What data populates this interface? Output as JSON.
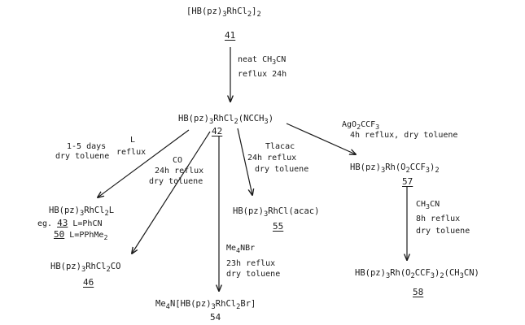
{
  "compounds": {
    "c41": {
      "pre": "[HB(pz)",
      "s1": "3",
      "mid": "RhCl",
      "s2": "2",
      "post": "]",
      "s3": "2",
      "number": "41"
    },
    "c42": {
      "pre": "HB(pz)",
      "s1": "3",
      "mid": "RhCl",
      "s2": "2",
      "mid2": "(NCCH",
      "s3": "3",
      "post": ")",
      "number": "42"
    },
    "c43_50": {
      "pre": "HB(pz)",
      "s1": "3",
      "mid": "RhCl",
      "s2": "2",
      "post": "L",
      "eg": "eg.",
      "n43": "43",
      "l43": "L=PhCN",
      "n50": "50",
      "l50": "L=PPhMe",
      "s50": "2"
    },
    "c46": {
      "pre": "HB(pz)",
      "s1": "3",
      "mid": "RhCl",
      "s2": "2",
      "post": "CO",
      "number": "46"
    },
    "c54": {
      "pre": "Me",
      "s0": "4",
      "mid0": "N[HB(pz)",
      "s1": "3",
      "mid": "RhCl",
      "s2": "2",
      "post": "Br]",
      "number": "54"
    },
    "c55": {
      "pre": "HB(pz)",
      "s1": "3",
      "post": "RhCl(acac)",
      "number": "55"
    },
    "c57": {
      "pre": "HB(pz)",
      "s1": "3",
      "mid": "Rh(O",
      "s2": "2",
      "mid2": "CCF",
      "s3": "3",
      "post": ")",
      "s4": "2",
      "number": "57"
    },
    "c58": {
      "pre": "HB(pz)",
      "s1": "3",
      "mid": "Rh(O",
      "s2": "2",
      "mid2": "CCF",
      "s3": "3",
      "mid3": ")",
      "s4": "2",
      "post": "(CH",
      "s5": "3",
      "post2": "CN)",
      "number": "58"
    }
  },
  "conditions": {
    "to42": {
      "line1_pre": "neat CH",
      "line1_s1": "3",
      "line1_post": "CN",
      "line2": "reflux 24h"
    },
    "toL": {
      "line1": "1-5 days",
      "L": "L",
      "line2": "dry toluene",
      "line3": "reflux"
    },
    "toCO": {
      "line1": "CO",
      "line2": "24h reflux",
      "line3": "dry toluene"
    },
    "toBr": {
      "line1_pre": "Me",
      "line1_s": "4",
      "line1_post": "NBr",
      "line2": "23h reflux",
      "line3": "dry toluene"
    },
    "toAcac": {
      "line1": "Tlacac",
      "line2": "24h reflux",
      "line3": "dry toluene"
    },
    "toAg": {
      "line1_pre": "AgO",
      "line1_s1": "2",
      "line1_mid": "CCF",
      "line1_s2": "3",
      "line2": "4h reflux, dry toluene"
    },
    "to58": {
      "line1_pre": "CH",
      "line1_s": "3",
      "line1_post": "CN",
      "line2": "8h reflux",
      "line3": "dry toluene"
    }
  }
}
